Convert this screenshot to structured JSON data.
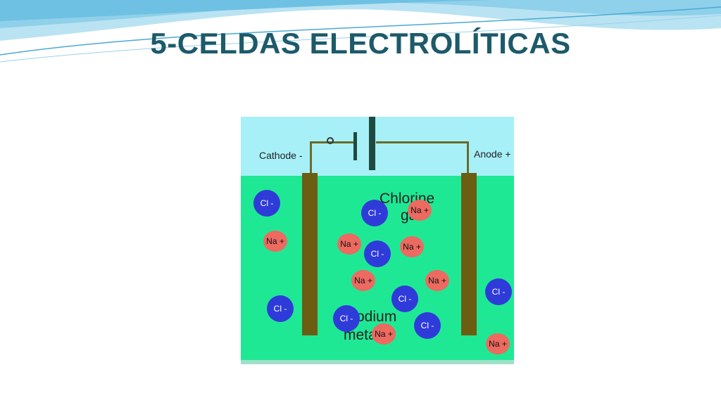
{
  "title": "5-CELDAS ELECTROLÍTICAS",
  "colors": {
    "title": "#1d5a6a",
    "air": "#a7f0f8",
    "electrolyte": "#1fe895",
    "chloride_ion": "#2f3bd8",
    "sodium_ion": "#ec6a60",
    "electrode": "#6b5e12"
  },
  "diagram": {
    "cathode_label": "Cathode -",
    "anode_label": "Anode +",
    "chlorine_label_line1": "Chlorine",
    "chlorine_label_line2": "gas",
    "sodium_label_line1": "Sodium",
    "sodium_label_line2": "metal",
    "ions": {
      "cl": "Cl -",
      "na": "Na +"
    }
  }
}
